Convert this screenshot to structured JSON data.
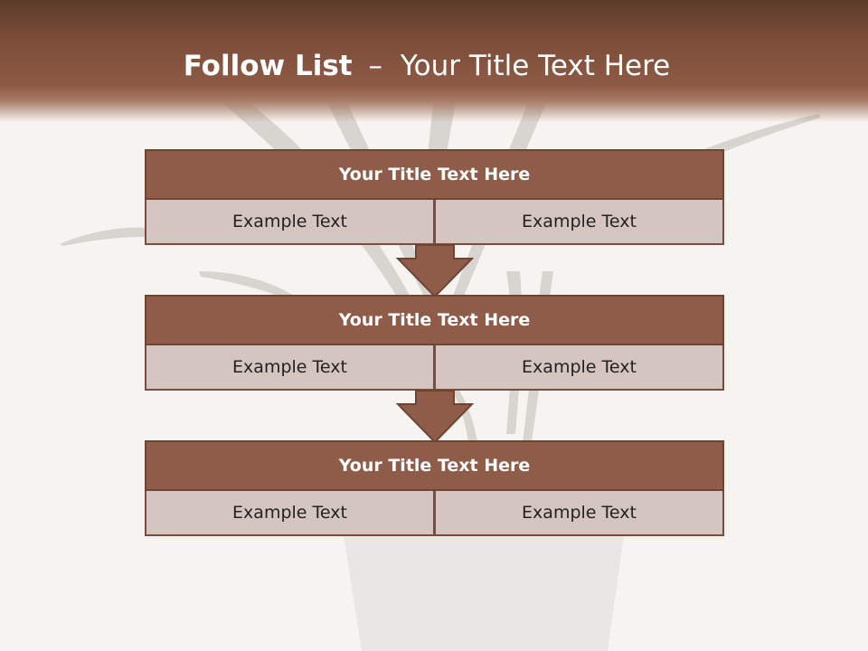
{
  "title": {
    "bold": "Follow List",
    "separator": "–",
    "rest": "Your Title Text Here"
  },
  "blocks": [
    {
      "title": "Your Title Text Here",
      "left": "Example Text",
      "right": "Example Text"
    },
    {
      "title": "Your Title Text Here",
      "left": "Example Text",
      "right": "Example Text"
    },
    {
      "title": "Your Title Text Here",
      "left": "Example Text",
      "right": "Example Text"
    }
  ],
  "colors": {
    "header": "#8e5a45",
    "block_title": "#8e5c48",
    "block_cell": "#d5c5c1",
    "arrow": "#8e5c48"
  }
}
